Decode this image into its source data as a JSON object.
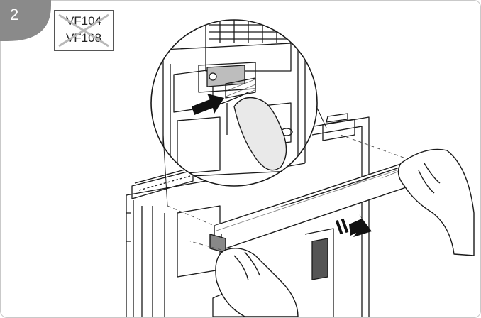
{
  "step": {
    "number": "2",
    "badge_color": "#8a8a8a"
  },
  "models": {
    "line1": "VF104",
    "line2": "VF108",
    "crossed_out": true,
    "cross_color": "#b8b8b8"
  },
  "colors": {
    "stroke": "#1a1a1a",
    "arrow": "#111111",
    "skin": "#ffffff",
    "frame": "#c9c9c9"
  }
}
